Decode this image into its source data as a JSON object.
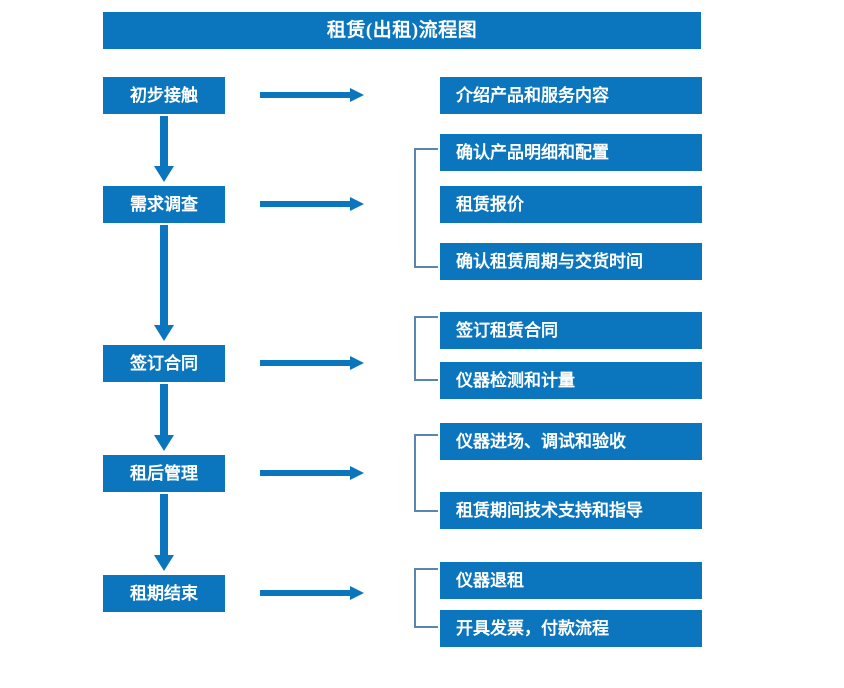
{
  "diagram": {
    "title": "租赁(出租)流程图",
    "colors": {
      "box_blue": "#0b75bd",
      "arrow_blue": "#0b75bd",
      "bracket_blue": "#5b84b1",
      "text_white": "#ffffff",
      "background": "#ffffff"
    },
    "stages": [
      {
        "label": "初步接触"
      },
      {
        "label": "需求调查"
      },
      {
        "label": "签订合同"
      },
      {
        "label": "租后管理"
      },
      {
        "label": "租期结束"
      }
    ],
    "details": [
      {
        "label": "介绍产品和服务内容"
      },
      {
        "label": "确认产品明细和配置"
      },
      {
        "label": "租赁报价"
      },
      {
        "label": "确认租赁周期与交货时间"
      },
      {
        "label": "签订租赁合同"
      },
      {
        "label": "仪器检测和计量"
      },
      {
        "label": "仪器进场、调试和验收"
      },
      {
        "label": "租赁期间技术支持和指导"
      },
      {
        "label": "仪器退租"
      },
      {
        "label": "开具发票，付款流程"
      }
    ],
    "connectors": {
      "stage_to_detail_arrow": "arrow-right",
      "stage_to_stage_arrow": "arrow-down"
    }
  }
}
